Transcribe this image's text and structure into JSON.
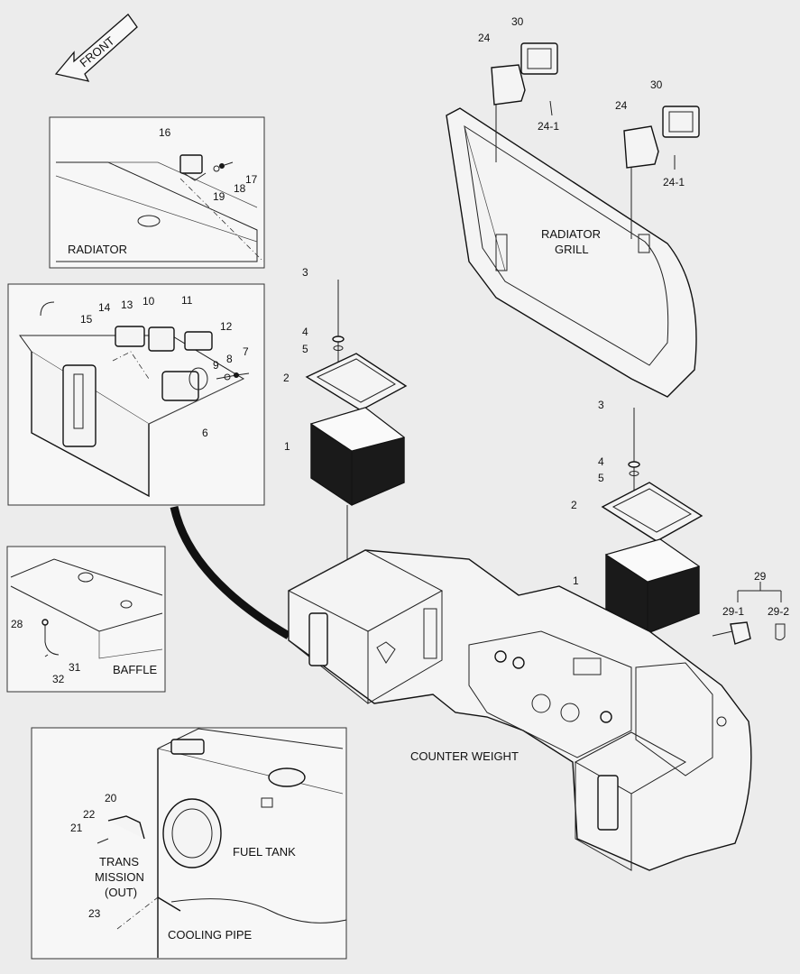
{
  "front_arrow": {
    "label": "FRONT"
  },
  "labels": {
    "radiator": "RADIATOR",
    "radiator_grill": [
      "RADIATOR",
      "GRILL"
    ],
    "baffle": "BAFFLE",
    "counter_weight": "COUNTER WEIGHT",
    "fuel_tank": "FUEL TANK",
    "transmission_out": [
      "TRANS",
      "MISSION",
      "(OUT)"
    ],
    "cooling_pipe": "COOLING PIPE"
  },
  "part_numbers": {
    "p16": "16",
    "p17": "17",
    "p18": "18",
    "p19": "19",
    "p14": "14",
    "p13": "13",
    "p10": "10",
    "p11": "11",
    "p15": "15",
    "p12": "12",
    "p9": "9",
    "p8": "8",
    "p7": "7",
    "p6": "6",
    "p3a": "3",
    "p4a": "4",
    "p5a": "5",
    "p2a": "2",
    "p1a": "1",
    "p3b": "3",
    "p4b": "4",
    "p5b": "5",
    "p2b": "2",
    "p1b": "1",
    "p30a": "30",
    "p24a": "24",
    "p24_1a": "24-1",
    "p30b": "30",
    "p24b": "24",
    "p24_1b": "24-1",
    "p29": "29",
    "p29_1": "29-1",
    "p29_2": "29-2",
    "p28": "28",
    "p31": "31",
    "p32": "32",
    "p20": "20",
    "p21": "21",
    "p22": "22",
    "p23": "23"
  }
}
